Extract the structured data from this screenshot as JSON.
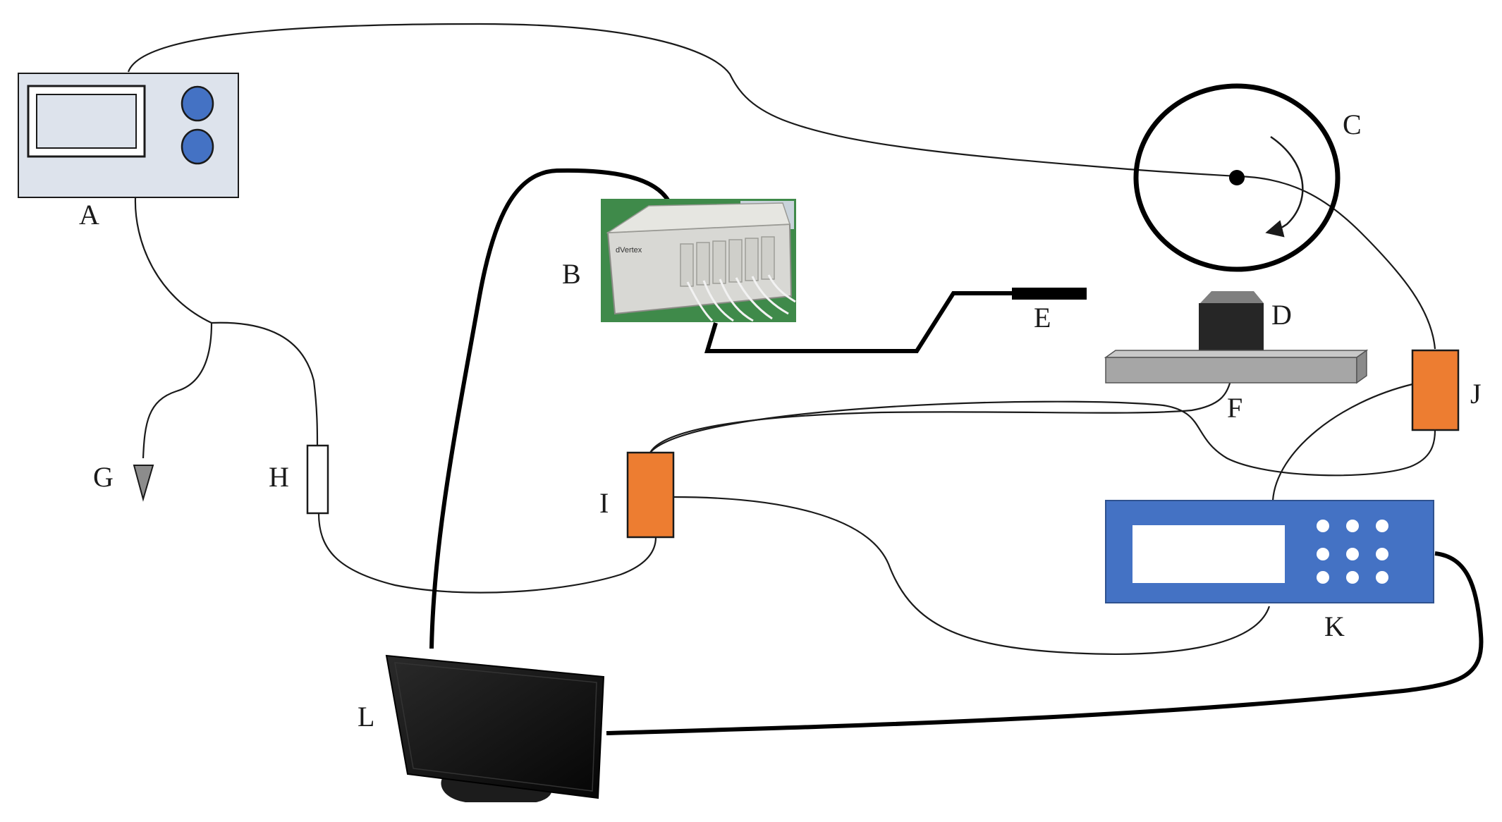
{
  "labels": {
    "A": "A",
    "B": "B",
    "C": "C",
    "D": "D",
    "E": "E",
    "F": "F",
    "G": "G",
    "H": "H",
    "I": "I",
    "J": "J",
    "K": "K",
    "L": "L"
  },
  "device_b_brand": "dVertex",
  "colors": {
    "panel_a_fill": "#dde3ec",
    "knob_blue": "#4472c4",
    "controller_k_blue": "#4472c4",
    "connector_orange": "#ed7d31",
    "rail_gray": "#a6a6a6",
    "stand_d_dark": "#262626",
    "device_b_body": "#d8d8d4",
    "device_b_background": "#3f8a4a",
    "monitor_black": "#111111"
  },
  "icons": {
    "ground": "ground-triangle-icon",
    "rotation": "clockwise-arrow-icon"
  }
}
